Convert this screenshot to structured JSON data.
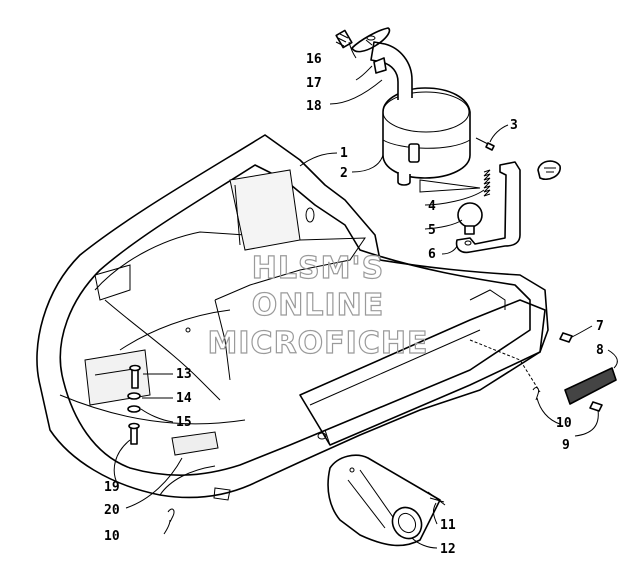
{
  "watermark": {
    "line1": "HLSM'S",
    "line2": "ONLINE",
    "line3": "MICROFICHE"
  },
  "callouts": [
    {
      "id": "c1",
      "label": "1"
    },
    {
      "id": "c2",
      "label": "2"
    },
    {
      "id": "c3",
      "label": "3"
    },
    {
      "id": "c4",
      "label": "4"
    },
    {
      "id": "c5",
      "label": "5"
    },
    {
      "id": "c6",
      "label": "6"
    },
    {
      "id": "c7",
      "label": "7"
    },
    {
      "id": "c8",
      "label": "8"
    },
    {
      "id": "c9",
      "label": "9"
    },
    {
      "id": "c10a",
      "label": "10"
    },
    {
      "id": "c10b",
      "label": "10"
    },
    {
      "id": "c11",
      "label": "11"
    },
    {
      "id": "c12",
      "label": "12"
    },
    {
      "id": "c13",
      "label": "13"
    },
    {
      "id": "c14",
      "label": "14"
    },
    {
      "id": "c15",
      "label": "15"
    },
    {
      "id": "c16",
      "label": "16"
    },
    {
      "id": "c17",
      "label": "17"
    },
    {
      "id": "c18",
      "label": "18"
    },
    {
      "id": "c19",
      "label": "19"
    },
    {
      "id": "c20",
      "label": "20"
    }
  ]
}
